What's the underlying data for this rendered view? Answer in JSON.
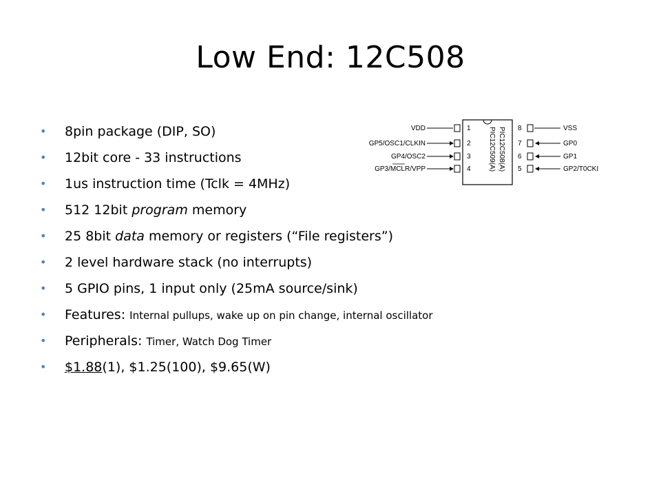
{
  "title": "Low End: 12C508",
  "bullets": {
    "b1": "8pin package (DIP, SO)",
    "b2": "12bit core - 33 instructions",
    "b3": "1us instruction time (Tclk = 4MHz)",
    "b4_a": "512 12bit ",
    "b4_em": "program",
    "b4_b": " memory",
    "b5_a": "25 8bit ",
    "b5_em": "data",
    "b5_b": " memory or registers (“File registers”)",
    "b6": "2 level hardware stack (no interrupts)",
    "b7": "5 GPIO pins, 1 input only (25mA source/sink)",
    "b8_lead": "Features: ",
    "b8_small": "Internal pullups, wake up on pin change, internal oscillator",
    "b9_lead": "Peripherals: ",
    "b9_small": "Timer, Watch Dog Timer",
    "b10_link": "$1.88",
    "b10_rest": "(1), $1.25(100), $9.65(W)"
  },
  "pinout": {
    "left_labels": [
      "VDD",
      "GP5/OSC1/CLKIN",
      "GP4/OSC2",
      "GP3/MCLR/VPP"
    ],
    "left_numbers": [
      "1",
      "2",
      "3",
      "4"
    ],
    "right_numbers": [
      "8",
      "7",
      "6",
      "5"
    ],
    "right_labels": [
      "VSS",
      "GP0",
      "GP1",
      "GP2/T0CKI"
    ],
    "chip_name_1": "PIC12C508(A)",
    "chip_name_2": "PIC12C509(A)"
  }
}
